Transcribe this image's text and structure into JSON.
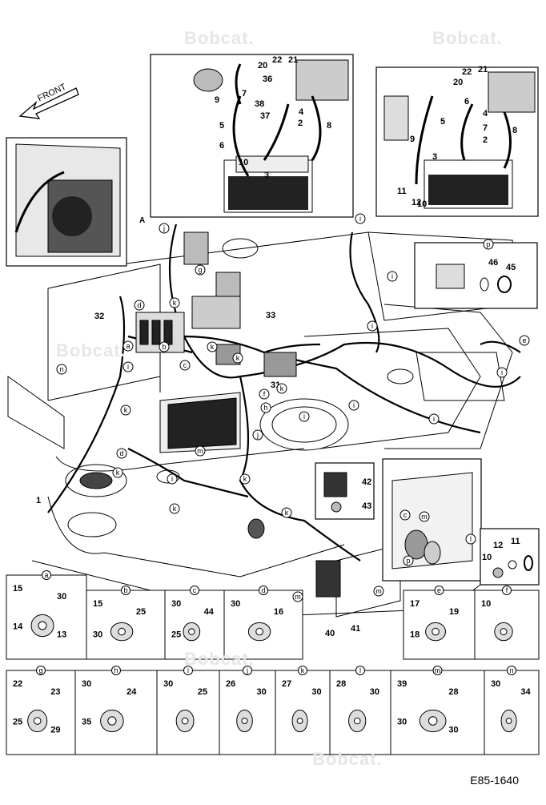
{
  "brand": {
    "watermark": "Bobcat."
  },
  "drawing_code": "E85-1640",
  "front_label": "FRONT",
  "view_marker": "A",
  "main_callouts": [
    "1",
    "2",
    "3",
    "4",
    "5",
    "6",
    "7",
    "8",
    "9",
    "10",
    "11",
    "12",
    "20",
    "21",
    "22",
    "31",
    "32",
    "33",
    "36",
    "37",
    "38",
    "40",
    "41",
    "42",
    "43",
    "45",
    "46"
  ],
  "circle_letters": [
    "a",
    "b",
    "c",
    "d",
    "e",
    "f",
    "g",
    "h",
    "i",
    "j",
    "k",
    "l",
    "m",
    "n",
    "p"
  ],
  "detail_panels": [
    {
      "letter": "a",
      "parts": [
        "15",
        "30",
        "14",
        "13"
      ]
    },
    {
      "letter": "b",
      "parts": [
        "15",
        "25",
        "30"
      ]
    },
    {
      "letter": "c",
      "parts": [
        "30",
        "44",
        "25"
      ]
    },
    {
      "letter": "d",
      "parts": [
        "30",
        "16"
      ]
    },
    {
      "letter": "e",
      "parts": [
        "17",
        "19",
        "18"
      ]
    },
    {
      "letter": "f",
      "parts": [
        "10"
      ]
    },
    {
      "letter": "g",
      "parts": [
        "22",
        "23",
        "25",
        "29"
      ]
    },
    {
      "letter": "h",
      "parts": [
        "30",
        "24",
        "35"
      ]
    },
    {
      "letter": "i",
      "parts": [
        "30",
        "25"
      ]
    },
    {
      "letter": "j",
      "parts": [
        "26",
        "30"
      ]
    },
    {
      "letter": "k",
      "parts": [
        "27",
        "30"
      ]
    },
    {
      "letter": "l",
      "parts": [
        "28",
        "30"
      ]
    },
    {
      "letter": "m",
      "parts": [
        "39",
        "28",
        "30",
        "30"
      ]
    },
    {
      "letter": "n",
      "parts": [
        "30",
        "34"
      ]
    }
  ],
  "inset_p": {
    "letter": "p",
    "parts": [
      "46",
      "45"
    ]
  },
  "inset_fuse": {
    "parts": [
      "42",
      "43"
    ]
  },
  "inset_washers": {
    "parts": [
      "12",
      "11",
      "10"
    ]
  }
}
